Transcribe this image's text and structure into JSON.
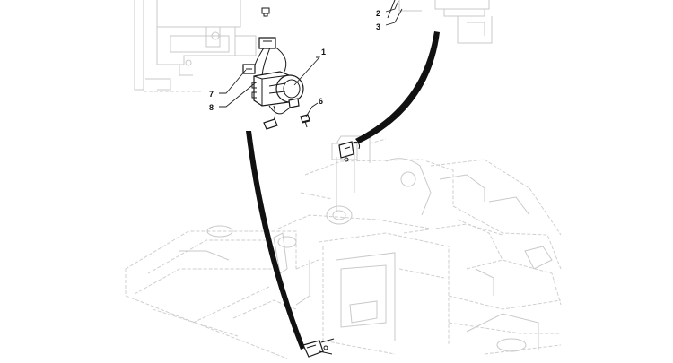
{
  "diagram": {
    "callouts": {
      "c1": "1",
      "c2": "2",
      "c3": "3",
      "c6": "6",
      "c7": "7",
      "c8": "8"
    }
  }
}
